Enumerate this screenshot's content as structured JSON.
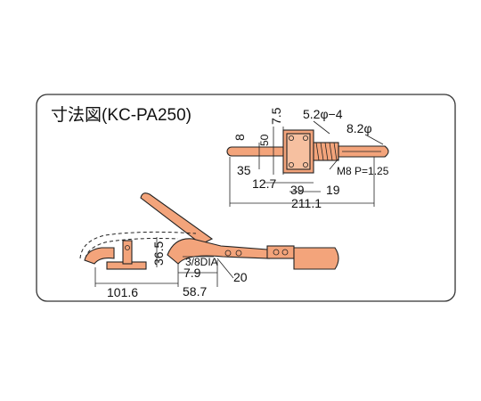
{
  "title": "寸法図(KC-PA250)",
  "dimensions_top": {
    "d_7_5": "7.5",
    "d_5_2_phi_4": "5.2φ−4",
    "d_8_2_phi": "8.2φ",
    "d_8": "8",
    "d_50": "50",
    "d_35": "35",
    "d_m8": "M8 P=1.25",
    "d_12_7": "12.7",
    "d_39": "39",
    "d_19": "19",
    "d_211_1": "211.1"
  },
  "dimensions_bottom": {
    "d_36_5": "36.5",
    "d_3_8dia": "3/8DIA",
    "d_7_9": "7.9",
    "d_20": "20",
    "d_101_6": "101.6",
    "d_58_7": "58.7"
  },
  "colors": {
    "part_fill": "#f3a47b",
    "line": "#222222",
    "frame": "#333333"
  }
}
